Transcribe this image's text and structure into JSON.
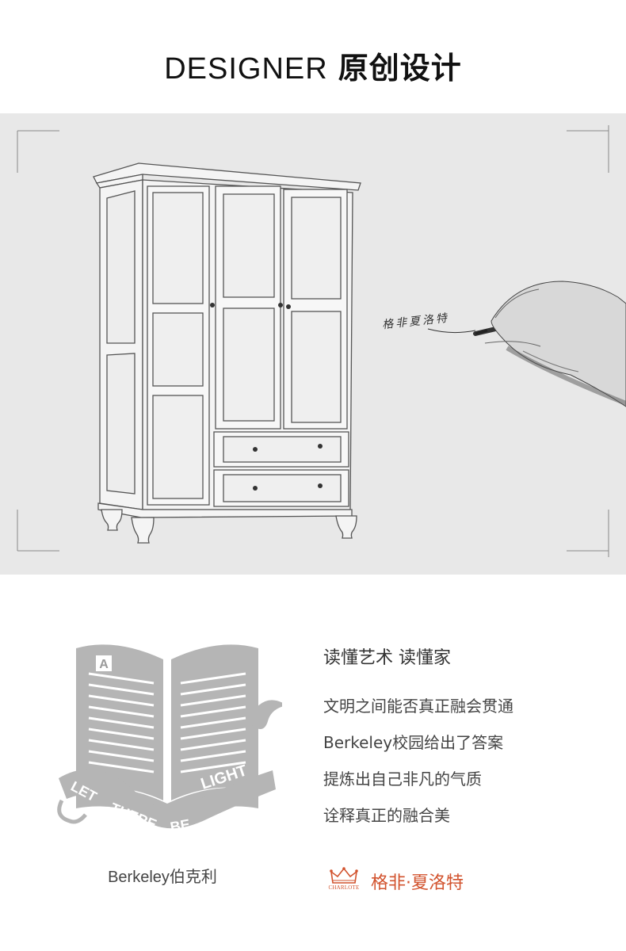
{
  "header": {
    "title_en": "DESIGNER",
    "title_cn": "原创设计"
  },
  "sketch": {
    "signature": "格非夏洛特"
  },
  "emblem": {
    "letter": "A",
    "motto_words": [
      "LET",
      "THERE",
      "BE",
      "LIGHT"
    ],
    "caption": "Berkeley伯克利"
  },
  "text_block": {
    "heading": "读懂艺术 读懂家",
    "lines": [
      "文明之间能否真正融会贯通",
      "Berkeley校园给出了答案",
      "提炼出自己非凡的气质",
      "诠释真正的融合美"
    ]
  },
  "brand": {
    "logo_text": "CHARLOTE",
    "name": "格非·夏洛特",
    "color": "#d2532e"
  }
}
